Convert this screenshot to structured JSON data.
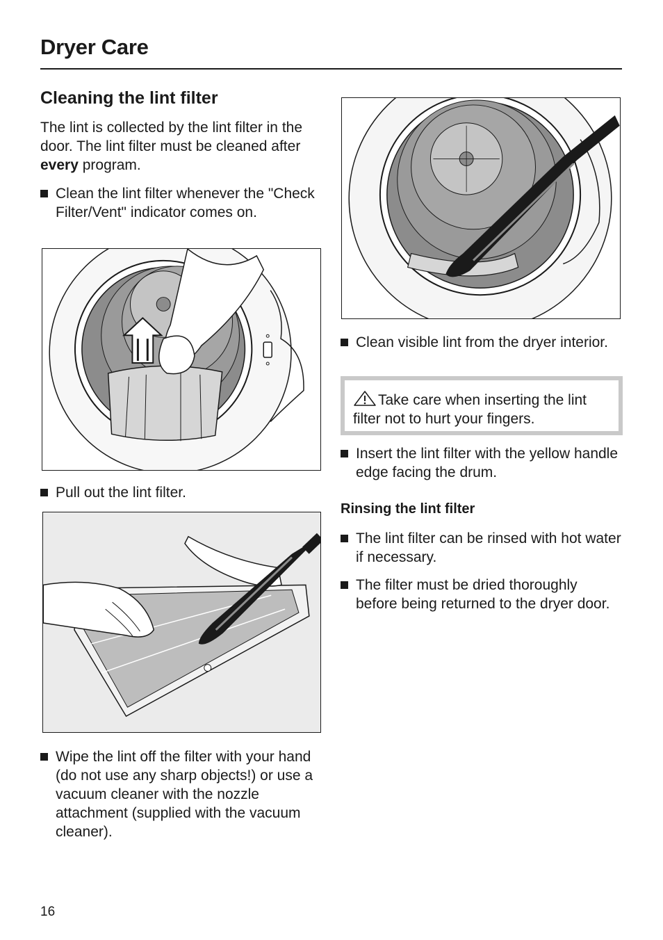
{
  "header": {
    "title": "Dryer Care"
  },
  "section": {
    "heading": "Cleaning the lint filter",
    "intro_before": "The lint is collected by the lint filter in the door. The lint filter must be cleaned after ",
    "intro_bold": "every",
    "intro_after": " program."
  },
  "left_column": {
    "bullet_indicator": "Clean the lint filter whenever the \"Check Filter/Vent\" indicator comes on.",
    "bullet_pull": "Pull out the lint filter.",
    "bullet_wipe": "Wipe the lint off the filter with your hand (do not use any sharp objects!) or use a vacuum cleaner with the nozzle attachment (supplied with the vacuum cleaner)."
  },
  "right_column": {
    "bullet_clean_interior": "Clean visible lint from the dryer interior.",
    "warning_text": "Take care when inserting the lint filter not to hurt your fingers.",
    "bullet_insert": "Insert the lint filter with the yellow handle edge facing the drum.",
    "subheading": "Rinsing the lint filter",
    "bullet_rinse": "The lint filter can be rinsed with hot water if necessary.",
    "bullet_dry": "The filter must be dried thoroughly before being returned to the dryer door."
  },
  "footer": {
    "page_number": "16"
  },
  "icons": {
    "bullet": "black-square-bullet-icon",
    "warning": "warning-triangle-icon"
  },
  "colors": {
    "text": "#1a1a1a",
    "warning_border": "#c9c9c9",
    "drum_gray": "#8c8c8c",
    "filter_gray": "#d6d6d6"
  }
}
